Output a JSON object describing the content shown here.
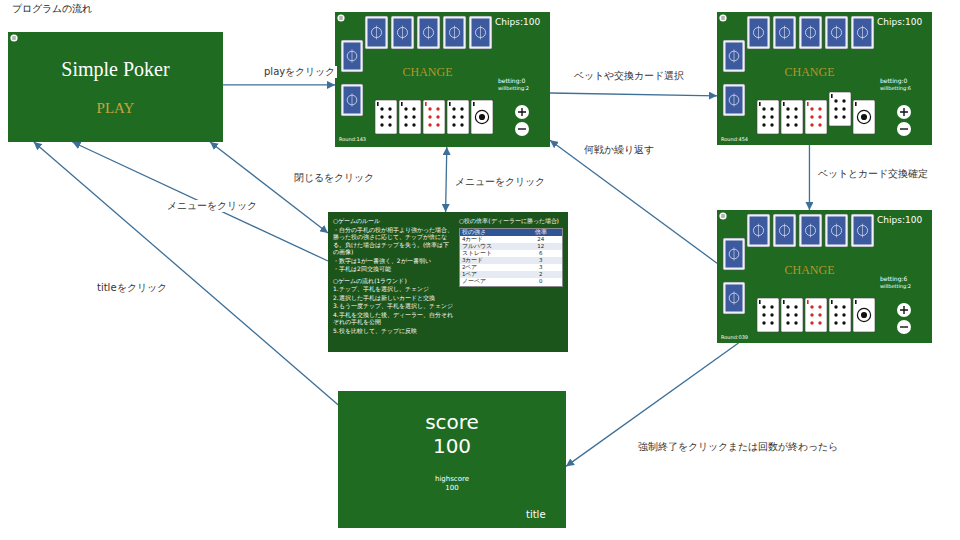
{
  "diagram": {
    "title": "プログラムの流れ",
    "nodes": [
      {
        "text": [
          "Simple Poker",
          "PLAY"
        ]
      },
      {
        "text": [
          "Chips:100",
          "CHANGE",
          "betting:0",
          "willbetting:2",
          "Round:143"
        ]
      },
      {
        "text": [
          "Chips:100",
          "CHANGE",
          "betting:0",
          "willbetting:6",
          "Round:454"
        ]
      },
      {
        "text": [
          "Chips:100",
          "CHANGE",
          "betting:6",
          "willbetting:2",
          "Round:039"
        ]
      },
      {
        "text": [
          "○ゲームのルール",
          "・自分の手札の役が相手より強かった場合、勝った役の強さに応じて、チップが倍になる。負けた場合はチップを失う。(倍率は下の画像)",
          "・数字は1が一番強く、2が一番弱い",
          "・手札は2回交換可能",
          "○ゲームの流れ(1ラウンド)",
          "1.チップ、手札を選択し、チェンジ",
          "2.選択した手札は新しいカードと交換",
          "3.もう一度チップ、手札を選択し、チェンジ",
          "4.手札を交換した後、ディーラー、自分それぞれの手札を公開",
          "5.役を比較して、チップに反映",
          "○役の倍率(ディーラーに勝った場合)"
        ]
      },
      {
        "text": [
          "役の強さ",
          "倍率",
          "4カード",
          "24",
          "フルハウス",
          "12",
          "ストレート",
          "6",
          "3カード",
          "3",
          "2ペア",
          "3",
          "1ペア",
          "2",
          "ノーペア",
          "0"
        ],
        "in": 4
      },
      {
        "text": [
          "score",
          "100",
          "highscore",
          "100",
          "title"
        ]
      }
    ],
    "edges": [
      {
        "from": 0,
        "to": 1,
        "arrow": "to",
        "label": "playをクリック"
      },
      {
        "from": 1,
        "to": 2,
        "arrow": "to",
        "label": "ベットや交換カード選択"
      },
      {
        "from": 2,
        "to": 3,
        "arrow": "to",
        "label": "ベットとカード交換確定"
      },
      {
        "from": 3,
        "to": 1,
        "arrow": "to",
        "label": "何戦か繰り返す"
      },
      {
        "from": 1,
        "to": 4,
        "arrow": "both",
        "label": "メニューをクリック"
      },
      {
        "from": 0,
        "to": 4,
        "arrow": "both",
        "label": "閉じるをクリック"
      },
      {
        "from": 4,
        "to": 0,
        "arrow": "to",
        "label": "メニューをクリック"
      },
      {
        "from": 3,
        "to": 6,
        "arrow": "to",
        "label": "強制終了をクリックまたは回数が終わったら"
      },
      {
        "from": 6,
        "to": 0,
        "arrow": "to",
        "label": "titleをクリック"
      }
    ]
  }
}
